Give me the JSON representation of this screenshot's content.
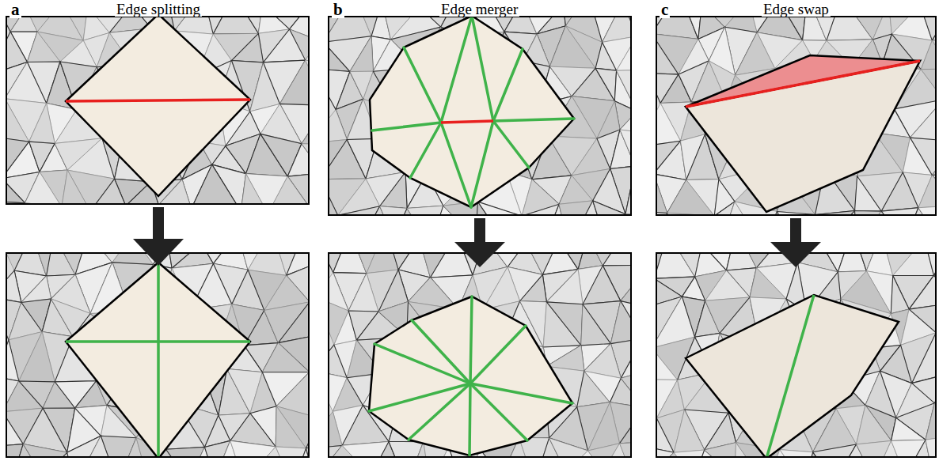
{
  "diagram": {
    "labels": [
      "a",
      "Edge splitting",
      "b",
      "Edge merger",
      "c",
      "Edge swap"
    ]
  }
}
